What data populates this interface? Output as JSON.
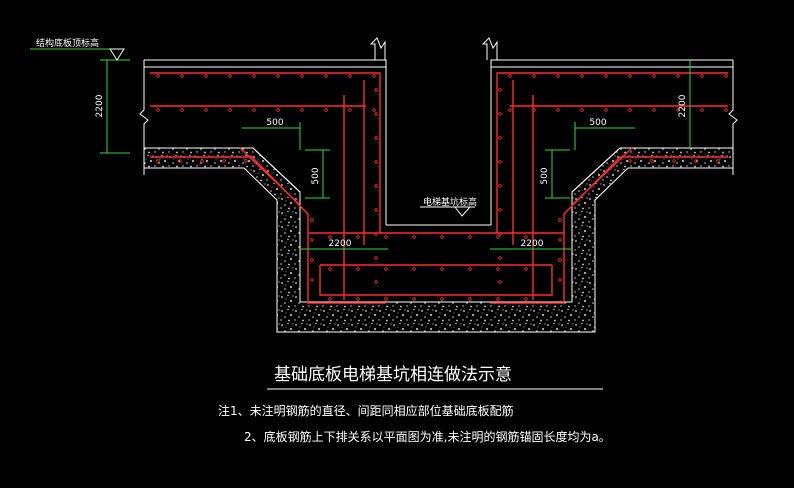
{
  "colors": {
    "background": "#000000",
    "outline": "#ffffff",
    "rebar": "#ff2a2a",
    "dimension": "#2fdc2f",
    "concrete_fill": "#d9d9d9",
    "text": "#ffffff"
  },
  "labels": {
    "slab_bottom_elevation": "结构底板顶标高",
    "pit_bottom_elevation": "电梯基坑标高"
  },
  "dimensions": {
    "left_height": "2200",
    "right_height": "2200",
    "left_horizontal_500": "500",
    "right_horizontal_500": "500",
    "left_vertical_500": "500",
    "right_vertical_500": "500",
    "left_bottom_2200": "2200",
    "right_bottom_2200": "2200"
  },
  "title": "基础底板电梯基坑相连做法示意",
  "notes": {
    "line1": "注1、未注明钢筋的直径、间距同相应部位基础底板配筋",
    "line2": "2、底板钢筋上下排关系以平面图为准,未注明的钢筋锚固长度均为a。"
  }
}
